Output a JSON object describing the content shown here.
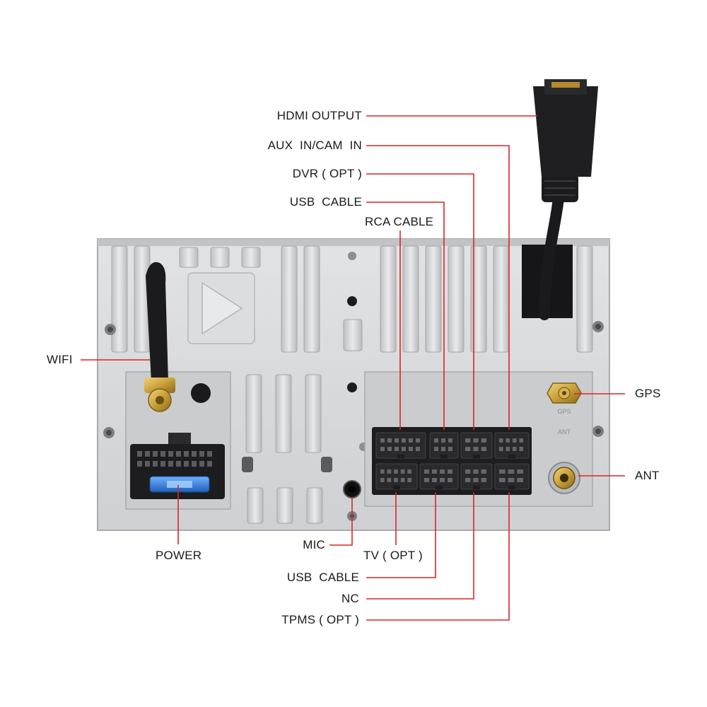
{
  "labels": {
    "hdmi_output": "HDMI OUTPUT",
    "aux_in_cam_in": "AUX  IN/CAM  IN",
    "dvr_opt": "DVR ( OPT )",
    "usb_cable_top": "USB  CABLE",
    "rca_cable": "RCA CABLE",
    "wifi": "WIFI",
    "gps": "GPS",
    "ant": "ANT",
    "power": "POWER",
    "mic": "MIC",
    "tv_opt": "TV ( OPT )",
    "usb_cable_bottom": "USB  CABLE",
    "nc": "NC",
    "tpms_opt": "TPMS ( OPT )"
  },
  "unit_markings": {
    "gps_port_mark": "GPS",
    "ant_port_mark": "ANT"
  },
  "colors": {
    "leader_line": "#d9262a",
    "panel": "#d6d7d9",
    "connector": "#1d1d1f",
    "fuse": "#2f7fd8",
    "gold_connector": "#c9a13a"
  }
}
